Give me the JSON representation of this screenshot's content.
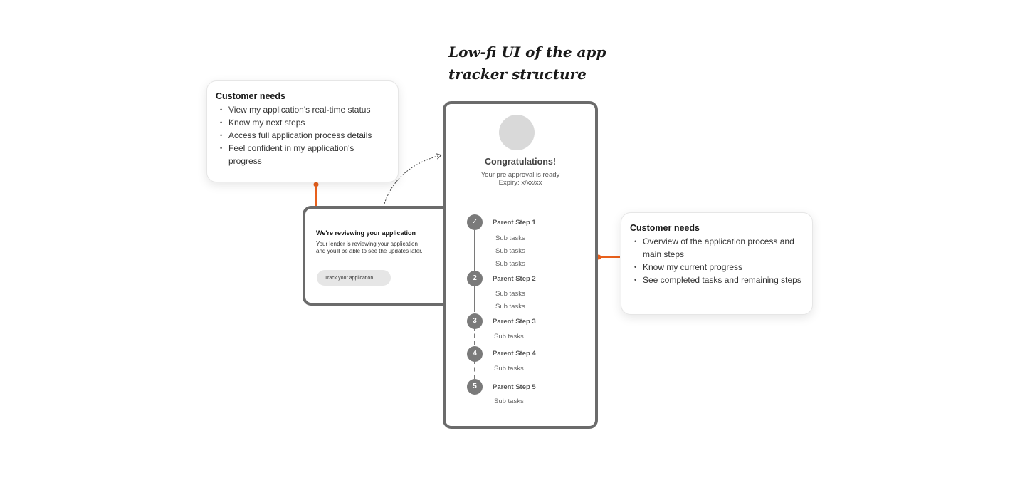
{
  "title": {
    "line1": "Low-fi UI of the app",
    "line2": "tracker structure"
  },
  "left_needs": {
    "title": "Customer needs",
    "items": [
      "View my application's real-time status",
      "Know my next steps",
      "Access full application process details",
      "Feel confident in my application's progress"
    ]
  },
  "right_needs": {
    "title": "Customer needs",
    "items": [
      "Overview of the application process and main steps",
      "Know my current progress",
      "See completed tasks and remaining steps"
    ]
  },
  "review_card": {
    "title": "We're reviewing your application",
    "body_line1": "Your lender is reviewing your application",
    "body_line2": "and you'll be able to see the updates later.",
    "button_label": "Track your application"
  },
  "tracker": {
    "heading": "Congratulations!",
    "subheading": "Your pre approval is ready",
    "expiry": "Expiry: x/xx/xx",
    "steps": [
      {
        "marker": "✓",
        "label": "Parent Step 1",
        "status": "completed",
        "sub_tasks": [
          "Sub tasks",
          "Sub tasks",
          "Sub tasks"
        ]
      },
      {
        "marker": "2",
        "label": "Parent Step 2",
        "status": "current",
        "sub_tasks": [
          "Sub tasks",
          "Sub tasks"
        ]
      },
      {
        "marker": "3",
        "label": "Parent Step 3",
        "status": "upcoming",
        "sub_tasks": [
          "Sub tasks"
        ]
      },
      {
        "marker": "4",
        "label": "Parent Step 4",
        "status": "upcoming",
        "sub_tasks": [
          "Sub tasks"
        ]
      },
      {
        "marker": "5",
        "label": "Parent Step 5",
        "status": "upcoming",
        "sub_tasks": [
          "Sub tasks"
        ]
      }
    ]
  },
  "colors": {
    "accent": "#e8601c",
    "frame": "#6b6b6b",
    "step_marker": "#7a7a7a",
    "placeholder": "#d9d9d9"
  },
  "icons": {
    "completed_step": "check-icon",
    "profile_placeholder": "avatar-placeholder"
  }
}
